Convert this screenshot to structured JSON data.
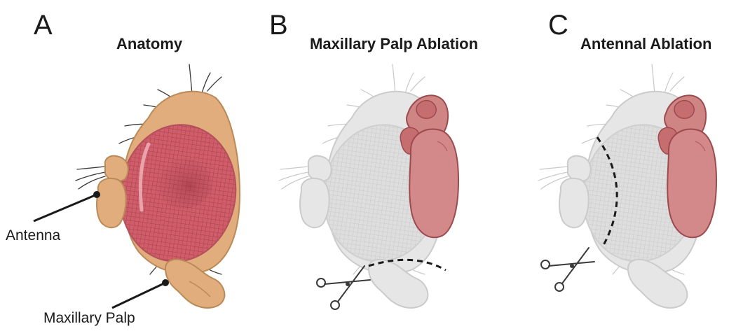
{
  "panels": [
    {
      "letter": "A",
      "title": "Anatomy"
    },
    {
      "letter": "B",
      "title": "Maxillary Palp Ablation"
    },
    {
      "letter": "C",
      "title": "Antennal Ablation"
    }
  ],
  "labels": {
    "antenna": "Antenna",
    "maxillary_palp": "Maxillary Palp"
  },
  "colors": {
    "head": "#e2ad7c",
    "head_stroke": "#b98a58",
    "eye": "#cf5d6a",
    "eye_mesh": "#a8404d",
    "faded_head": "#e4e4e4",
    "faded_stroke": "#c9c9c9",
    "brain": "#cf8584",
    "brain_stroke": "#9c4a4e",
    "text": "#1a1a1a"
  }
}
